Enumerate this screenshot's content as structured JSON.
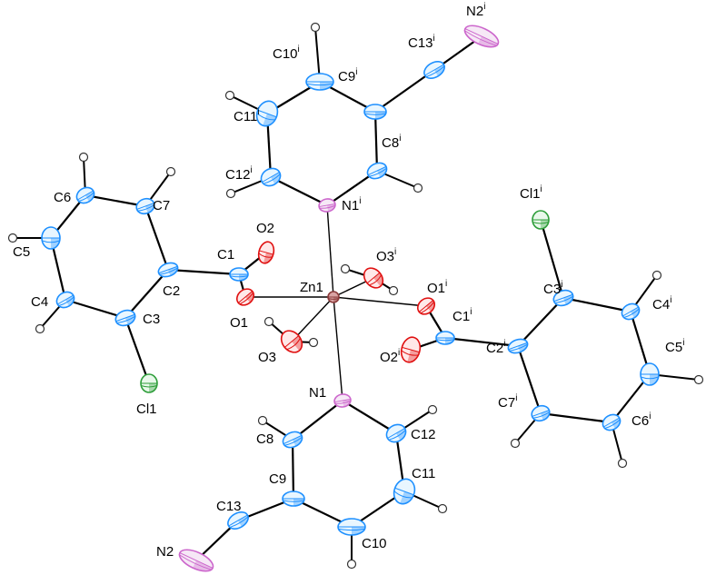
{
  "title": "",
  "colors": {
    "bond": "#000000",
    "carbon": "#1e90ff",
    "carbon_fill": "#e8f6ff",
    "nitrogen": "#cc66cc",
    "nitrogen_fill": "#f6e8f6",
    "oxygen": "#e01010",
    "oxygen_fill": "#ffe8e8",
    "chlorine": "#2e9e3a",
    "chlorine_fill": "#e8f8ea",
    "zinc": "#8b3a3a",
    "hydrogen": "#333333"
  },
  "atoms": [
    {
      "id": "Zn1",
      "el": "Zn"
    },
    {
      "id": "N1",
      "el": "N"
    },
    {
      "id": "C8",
      "el": "C"
    },
    {
      "id": "C9",
      "el": "C"
    },
    {
      "id": "C10",
      "el": "C"
    },
    {
      "id": "C11",
      "el": "C"
    },
    {
      "id": "C12",
      "el": "C"
    },
    {
      "id": "C13",
      "el": "C"
    },
    {
      "id": "N2",
      "el": "N"
    },
    {
      "id": "N1i",
      "el": "N"
    },
    {
      "id": "C8i",
      "el": "C"
    },
    {
      "id": "C9i",
      "el": "C"
    },
    {
      "id": "C10i",
      "el": "C"
    },
    {
      "id": "C11i",
      "el": "C"
    },
    {
      "id": "C12i",
      "el": "C"
    },
    {
      "id": "C13i",
      "el": "C"
    },
    {
      "id": "N2i",
      "el": "N"
    },
    {
      "id": "O1",
      "el": "O"
    },
    {
      "id": "O2",
      "el": "O"
    },
    {
      "id": "C1",
      "el": "C"
    },
    {
      "id": "C2",
      "el": "C"
    },
    {
      "id": "C3",
      "el": "C"
    },
    {
      "id": "C4",
      "el": "C"
    },
    {
      "id": "C5",
      "el": "C"
    },
    {
      "id": "C6",
      "el": "C"
    },
    {
      "id": "C7",
      "el": "C"
    },
    {
      "id": "Cl1",
      "el": "Cl"
    },
    {
      "id": "O1i",
      "el": "O"
    },
    {
      "id": "O2i",
      "el": "O"
    },
    {
      "id": "C1i",
      "el": "C"
    },
    {
      "id": "C2i",
      "el": "C"
    },
    {
      "id": "C3i",
      "el": "C"
    },
    {
      "id": "C4i",
      "el": "C"
    },
    {
      "id": "C5i",
      "el": "C"
    },
    {
      "id": "C6i",
      "el": "C"
    },
    {
      "id": "C7i",
      "el": "C"
    },
    {
      "id": "Cl1i",
      "el": "Cl"
    },
    {
      "id": "O3",
      "el": "O"
    },
    {
      "id": "O3i",
      "el": "O"
    }
  ],
  "hydrogens": [
    {
      "on": "C8"
    },
    {
      "on": "C10"
    },
    {
      "on": "C11"
    },
    {
      "on": "C12"
    },
    {
      "on": "C8i"
    },
    {
      "on": "C10i"
    },
    {
      "on": "C11i"
    },
    {
      "on": "C12i"
    },
    {
      "on": "C4"
    },
    {
      "on": "C5"
    },
    {
      "on": "C6"
    },
    {
      "on": "C7"
    },
    {
      "on": "C4i"
    },
    {
      "on": "C5i"
    },
    {
      "on": "C6i"
    },
    {
      "on": "C7i"
    },
    {
      "on": "O3"
    },
    {
      "on": "O3"
    },
    {
      "on": "O3i"
    },
    {
      "on": "O3i"
    }
  ],
  "bonds": [
    [
      "Zn1",
      "N1"
    ],
    [
      "Zn1",
      "N1i"
    ],
    [
      "Zn1",
      "O1"
    ],
    [
      "Zn1",
      "O1i"
    ],
    [
      "Zn1",
      "O3"
    ],
    [
      "Zn1",
      "O3i"
    ],
    [
      "N1",
      "C8"
    ],
    [
      "C8",
      "C9"
    ],
    [
      "C9",
      "C10"
    ],
    [
      "C10",
      "C11"
    ],
    [
      "C11",
      "C12"
    ],
    [
      "C12",
      "N1"
    ],
    [
      "C9",
      "C13"
    ],
    [
      "C13",
      "N2"
    ],
    [
      "N1i",
      "C8i"
    ],
    [
      "C8i",
      "C9i"
    ],
    [
      "C9i",
      "C10i"
    ],
    [
      "C10i",
      "C11i"
    ],
    [
      "C11i",
      "C12i"
    ],
    [
      "C12i",
      "N1i"
    ],
    [
      "C9i",
      "C13i"
    ],
    [
      "C13i",
      "N2i"
    ],
    [
      "O1",
      "C1"
    ],
    [
      "C1",
      "O2"
    ],
    [
      "C1",
      "C2"
    ],
    [
      "C2",
      "C3"
    ],
    [
      "C3",
      "C4"
    ],
    [
      "C4",
      "C5"
    ],
    [
      "C5",
      "C6"
    ],
    [
      "C6",
      "C7"
    ],
    [
      "C7",
      "C2"
    ],
    [
      "C3",
      "Cl1"
    ],
    [
      "O1i",
      "C1i"
    ],
    [
      "C1i",
      "O2i"
    ],
    [
      "C1i",
      "C2i"
    ],
    [
      "C2i",
      "C3i"
    ],
    [
      "C3i",
      "C4i"
    ],
    [
      "C4i",
      "C5i"
    ],
    [
      "C5i",
      "C6i"
    ],
    [
      "C6i",
      "C7i"
    ],
    [
      "C7i",
      "C2i"
    ],
    [
      "C3i",
      "Cl1i"
    ]
  ],
  "labels": [
    {
      "for": "Zn1",
      "text": "Zn1",
      "sup": ""
    },
    {
      "for": "N1",
      "text": "N1",
      "sup": ""
    },
    {
      "for": "C8",
      "text": "C8",
      "sup": ""
    },
    {
      "for": "C9",
      "text": "C9",
      "sup": ""
    },
    {
      "for": "C10",
      "text": "C10",
      "sup": ""
    },
    {
      "for": "C11",
      "text": "C11",
      "sup": ""
    },
    {
      "for": "C12",
      "text": "C12",
      "sup": ""
    },
    {
      "for": "C13",
      "text": "C13",
      "sup": ""
    },
    {
      "for": "N2",
      "text": "N2",
      "sup": ""
    },
    {
      "for": "N1i",
      "text": "N1",
      "sup": "i"
    },
    {
      "for": "C8i",
      "text": "C8",
      "sup": "i"
    },
    {
      "for": "C9i",
      "text": "C9",
      "sup": "i"
    },
    {
      "for": "C10i",
      "text": "C10",
      "sup": "i"
    },
    {
      "for": "C11i",
      "text": "C11",
      "sup": "i"
    },
    {
      "for": "C12i",
      "text": "C12",
      "sup": "i"
    },
    {
      "for": "C13i",
      "text": "C13",
      "sup": "i"
    },
    {
      "for": "N2i",
      "text": "N2",
      "sup": "i"
    },
    {
      "for": "O1",
      "text": "O1",
      "sup": ""
    },
    {
      "for": "O2",
      "text": "O2",
      "sup": ""
    },
    {
      "for": "C1",
      "text": "C1",
      "sup": ""
    },
    {
      "for": "C2",
      "text": "C2",
      "sup": ""
    },
    {
      "for": "C3",
      "text": "C3",
      "sup": ""
    },
    {
      "for": "C4",
      "text": "C4",
      "sup": ""
    },
    {
      "for": "C5",
      "text": "C5",
      "sup": ""
    },
    {
      "for": "C6",
      "text": "C6",
      "sup": ""
    },
    {
      "for": "C7",
      "text": "C7",
      "sup": ""
    },
    {
      "for": "Cl1",
      "text": "Cl1",
      "sup": ""
    },
    {
      "for": "O1i",
      "text": "O1",
      "sup": "i"
    },
    {
      "for": "O2i",
      "text": "O2",
      "sup": "i"
    },
    {
      "for": "C1i",
      "text": "C1",
      "sup": "i"
    },
    {
      "for": "C2i",
      "text": "C2",
      "sup": "i"
    },
    {
      "for": "C3i",
      "text": "C3",
      "sup": "i"
    },
    {
      "for": "C4i",
      "text": "C4",
      "sup": "i"
    },
    {
      "for": "C5i",
      "text": "C5",
      "sup": "i"
    },
    {
      "for": "C6i",
      "text": "C6",
      "sup": "i"
    },
    {
      "for": "C7i",
      "text": "C7",
      "sup": "i"
    },
    {
      "for": "Cl1i",
      "text": "Cl1",
      "sup": "i"
    },
    {
      "for": "O3",
      "text": "O3",
      "sup": ""
    },
    {
      "for": "O3i",
      "text": "O3",
      "sup": "i"
    }
  ]
}
